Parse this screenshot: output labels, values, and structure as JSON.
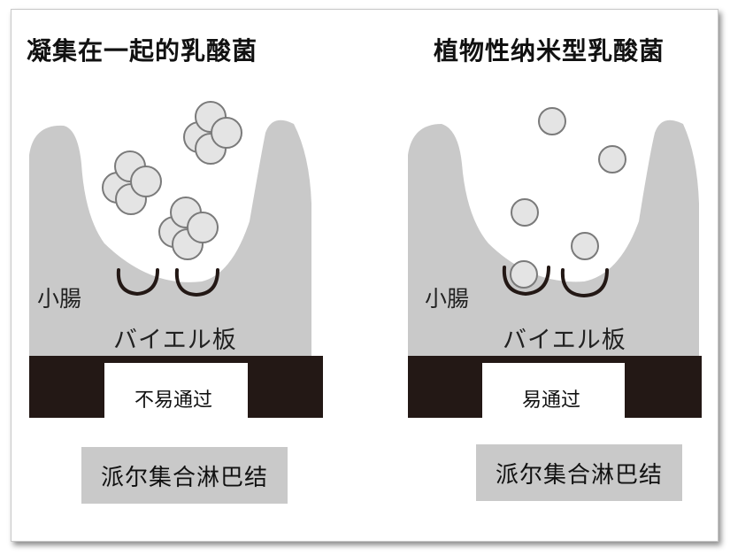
{
  "panels": {
    "left": {
      "title": "凝集在一起的乳酸菌",
      "organ_label": "小腸",
      "plate_label": "バイエル板",
      "passage_label": "不易通过",
      "node_label": "派尔集合淋巴结"
    },
    "right": {
      "title": "植物性纳米型乳酸菌",
      "organ_label": "小腸",
      "plate_label": "バイエル板",
      "passage_label": "易通过",
      "node_label": "派尔集合淋巴结"
    }
  },
  "colors": {
    "tissue": "#c9c9c9",
    "barrier": "#231815",
    "bacteria_fill": "#e4e4e4",
    "bacteria_stroke": "#7a7a7a",
    "pocket_stroke": "#231815"
  }
}
